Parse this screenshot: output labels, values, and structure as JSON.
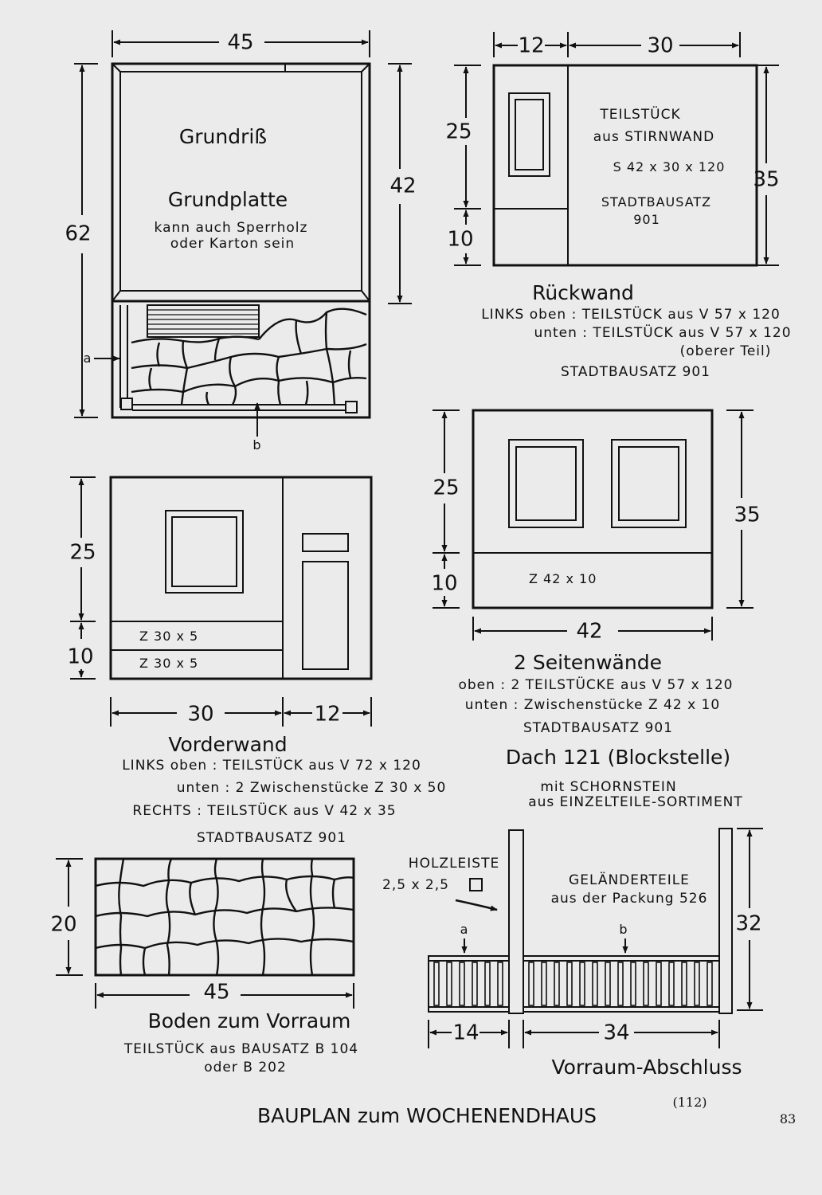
{
  "plan_title": "BAUPLAN zum WOCHENENDHAUS",
  "figure_number": "(112)",
  "page_number": "83",
  "grundriss": {
    "title": "Grundriß",
    "subtitle": "Grundplatte",
    "note_line1": "kann auch Sperrholz",
    "note_line2": "oder Karton sein",
    "dim_width": "45",
    "dim_height": "62",
    "dim_inner": "42",
    "marker_a": "a",
    "marker_b": "b"
  },
  "rueckwand": {
    "dim_left": "12",
    "dim_right": "30",
    "dim_upper": "25",
    "dim_lower": "10",
    "dim_height": "35",
    "box_line1": "TEILSTÜCK",
    "box_line2": "aus STIRNWAND",
    "box_line3": "S 42 x 30 x 120",
    "box_line4": "STADTBAUSATZ",
    "box_line5": "901",
    "title": "Rückwand",
    "line1": "LINKS  oben : TEILSTÜCK aus V 57 x 120",
    "line2": "unten : TEILSTÜCK aus V 57 x 120",
    "line3": "(oberer Teil)",
    "line4": "STADTBAUSATZ  901"
  },
  "vorderwand": {
    "dim_upper": "25",
    "dim_lower": "10",
    "dim_left": "30",
    "dim_right": "12",
    "strip1": "Z   30 x 5",
    "strip2": "Z   30 x 5",
    "title": "Vorderwand",
    "line1": "LINKS  oben :   TEILSTÜCK aus V 72 x 120",
    "line2": "unten :  2 Zwischenstücke Z 30 x 50",
    "line3": "RECHTS :  TEILSTÜCK aus   V 42 x 35",
    "line4": "STADTBAUSATZ  901"
  },
  "seitenwaende": {
    "dim_upper": "25",
    "dim_lower": "10",
    "dim_height": "35",
    "dim_width": "42",
    "strip": "Z   42  x  10",
    "title": "2  Seitenwände",
    "line1": "oben :  2 TEILSTÜCKE aus  V 57 x 120",
    "line2": "unten :  Zwischenstücke  Z 42 x 10",
    "line3": "STADTBAUSATZ  901"
  },
  "dach": {
    "title": "Dach 121 (Blockstelle)",
    "line1": "mit  SCHORNSTEIN",
    "line2": "aus  EINZELTEILE-SORTIMENT"
  },
  "boden": {
    "dim_height": "20",
    "dim_width": "45",
    "title": "Boden zum Vorraum",
    "line1": "TEILSTÜCK aus BAUSATZ  B 104",
    "line2": "oder B 202"
  },
  "vorraum": {
    "holz_line1": "HOLZLEISTE",
    "holz_line2": "2,5  x  2,5",
    "gelaender_line1": "GELÄNDERTEILE",
    "gelaender_line2": "aus  der  Packung 526",
    "marker_a": "a",
    "marker_b": "b",
    "dim_height": "32",
    "dim_left": "14",
    "dim_right": "34",
    "title": "Vorraum-Abschluss"
  }
}
